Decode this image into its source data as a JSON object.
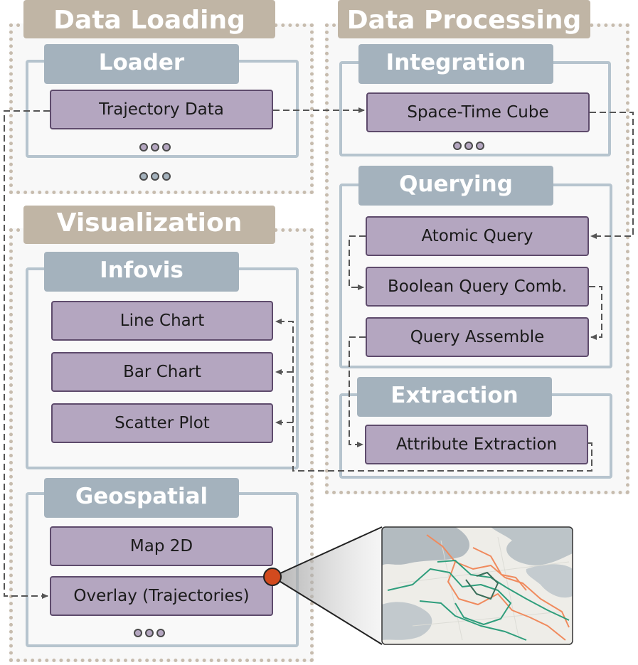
{
  "groups": {
    "data_loading": "Data Loading",
    "data_processing": "Data Processing",
    "visualization": "Visualization"
  },
  "modules": {
    "loader": "Loader",
    "integration": "Integration",
    "querying": "Querying",
    "extraction": "Extraction",
    "infovis": "Infovis",
    "geospatial": "Geospatial"
  },
  "nodes": {
    "trajectory_data": "Trajectory Data",
    "space_time_cube": "Space-Time Cube",
    "atomic_query": "Atomic Query",
    "boolean_query_comb": "Boolean Query Comb.",
    "query_assemble": "Query Assemble",
    "attribute_extraction": "Attribute Extraction",
    "line_chart": "Line Chart",
    "bar_chart": "Bar Chart",
    "scatter_plot": "Scatter Plot",
    "map_2d": "Map 2D",
    "overlay_trajectories": "Overlay (Trajectories)"
  },
  "colors": {
    "group_border": "#c7bcae",
    "group_title": "#c0b5a5",
    "module_title": "#a4b2bd",
    "node_fill": "#b4a6c0",
    "highlight_dot": "#d24a1e",
    "trajectory_green": "#2f9e7c",
    "trajectory_orange": "#f08a5d"
  }
}
